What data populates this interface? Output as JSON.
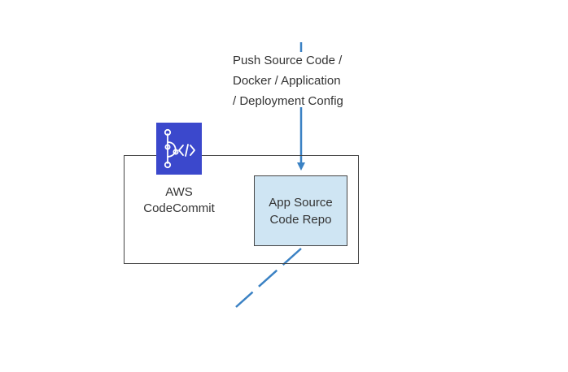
{
  "edge_label": {
    "lines": [
      "Push Source Code /",
      "Docker / Application",
      "/ Deployment Config"
    ]
  },
  "service": {
    "icon": "codecommit-icon",
    "name_lines": [
      "AWS",
      "CodeCommit"
    ]
  },
  "repo": {
    "lines": [
      "App Source",
      "Code Repo"
    ]
  },
  "colors": {
    "arrow": "#3b82c4",
    "icon_bg": "#3b48cc",
    "repo_fill": "#cfe5f3",
    "border": "#444444"
  }
}
